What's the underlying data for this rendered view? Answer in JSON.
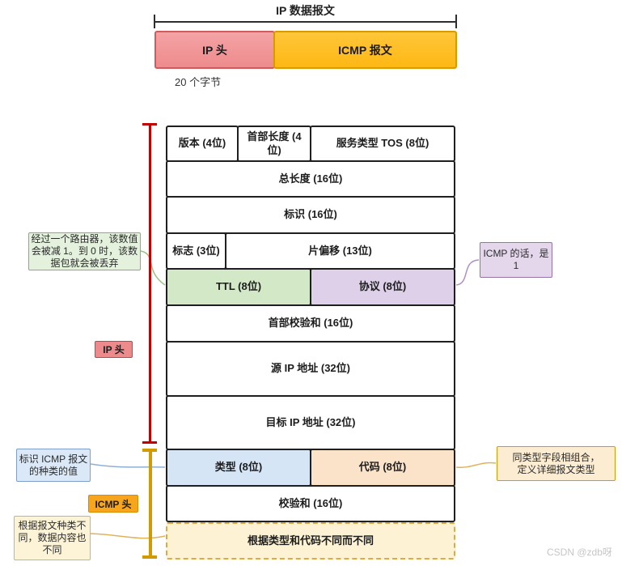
{
  "overview": {
    "title": "IP 数据报文",
    "ip_head_label": "IP 头",
    "icmp_label": "ICMP 报文",
    "bytes_note": "20 个字节"
  },
  "packet_table": {
    "rows": [
      {
        "cells": [
          "版本 (4位)",
          "首部长度 (4位)",
          "服务类型 TOS (8位)"
        ]
      },
      {
        "cells": [
          "总长度 (16位)"
        ]
      },
      {
        "cells": [
          "标识 (16位)"
        ]
      },
      {
        "cells": [
          "标志 (3位)",
          "片偏移 (13位)"
        ]
      },
      {
        "cells": [
          "TTL (8位)",
          "协议 (8位)"
        ]
      },
      {
        "cells": [
          "首部校验和 (16位)"
        ]
      },
      {
        "cells": [
          "源 IP 地址 (32位)"
        ]
      },
      {
        "cells": [
          "目标 IP 地址 (32位)"
        ]
      },
      {
        "cells": [
          "类型 (8位)",
          "代码 (8位)"
        ]
      },
      {
        "cells": [
          "校验和 (16位)"
        ]
      },
      {
        "cells": [
          "根据类型和代码不同而不同"
        ]
      }
    ]
  },
  "brackets": {
    "ip_header_label": "IP 头",
    "icmp_header_label": "ICMP 头"
  },
  "annotations": {
    "ttl": "经过一个路由器，该数值会被减 1。到 0 时，该数据包就会被丢弃",
    "protocol": "ICMP 的话，是 1",
    "icmp_type": "标识 ICMP 报文的种类的值",
    "icmp_code": "同类型字段相组合，定义详细报文类型",
    "icmp_data": "根据报文种类不同，数据内容也不同"
  },
  "watermark": "CSDN @zdb呀",
  "colors": {
    "ip_head_fill": "#f0999b",
    "icmp_fill": "#ffc125",
    "ttl_fill": "#d2e8c6",
    "protocol_fill": "#ddd0e8",
    "type_fill": "#d5e5f6",
    "code_fill": "#fbe3ca",
    "variable_data_fill": "#fdf3d4",
    "ip_bracket": "#c00202",
    "icmp_bracket": "#d09a00"
  }
}
